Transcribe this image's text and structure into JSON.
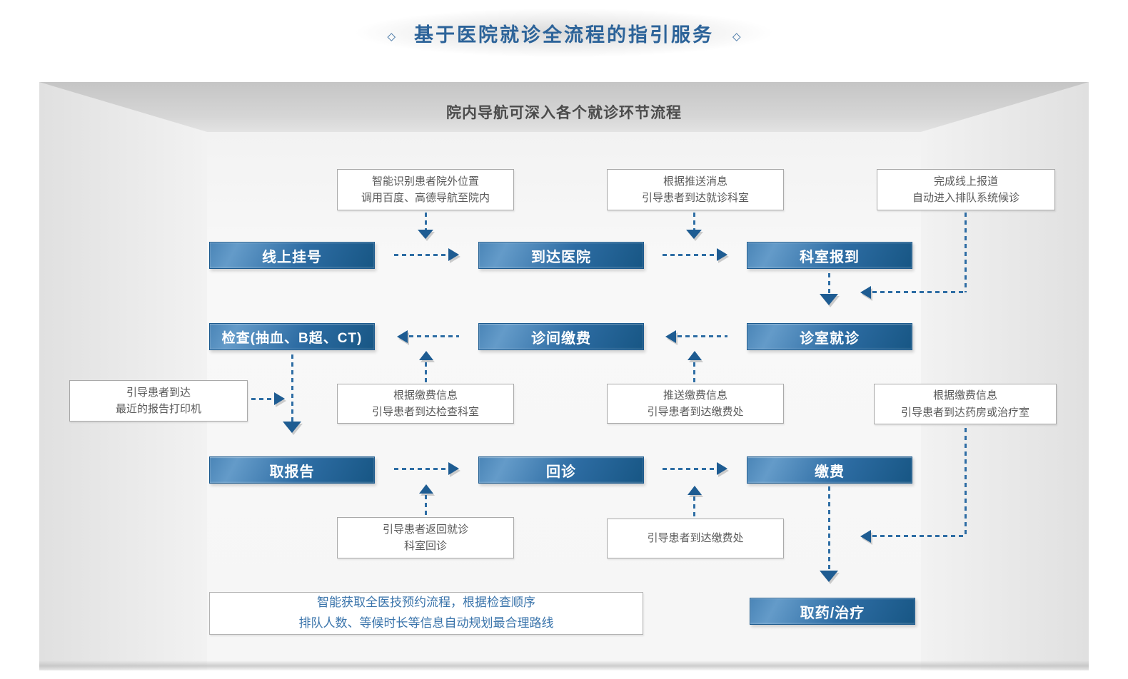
{
  "page": {
    "title": "基于医院就诊全流程的指引服务",
    "title_decor": "◇",
    "panel_heading": "院内导航可深入各个就诊环节流程"
  },
  "colors": {
    "accent_blue": "#2e6da4",
    "node_gradient_light": "#649bc9",
    "node_gradient_dark": "#175684",
    "arrow_head": "#1e5c92",
    "note_border": "#a9a9a9",
    "note_text": "#595959",
    "highlight_note_text": "#3a74ab",
    "heading_text": "#4c4c4c"
  },
  "icons": {
    "title_decor": "diamond-icon"
  },
  "flow": {
    "stages": [
      {
        "label": "线上挂号"
      },
      {
        "label": "到达医院"
      },
      {
        "label": "科室报到"
      },
      {
        "label": "检查(抽血、B超、CT)"
      },
      {
        "label": "诊间缴费"
      },
      {
        "label": "诊室就诊"
      },
      {
        "label": "取报告"
      },
      {
        "label": "回诊"
      },
      {
        "label": "缴费"
      },
      {
        "label": "取药/治疗"
      }
    ],
    "notes": [
      {
        "lines": [
          "智能识别患者院外位置",
          "调用百度、高德导航至院内"
        ]
      },
      {
        "lines": [
          "根据推送消息",
          "引导患者到达就诊科室"
        ]
      },
      {
        "lines": [
          "完成线上报道",
          "自动进入排队系统候诊"
        ]
      },
      {
        "lines": [
          "引导患者到达",
          "最近的报告打印机"
        ]
      },
      {
        "lines": [
          "根据缴费信息",
          "引导患者到达检查科室"
        ]
      },
      {
        "lines": [
          "推送缴费信息",
          "引导患者到达缴费处"
        ]
      },
      {
        "lines": [
          "根据缴费信息",
          "引导患者到达药房或治疗室"
        ]
      },
      {
        "lines": [
          "引导患者返回就诊",
          "科室回诊"
        ]
      },
      {
        "lines": [
          "引导患者到达缴费处"
        ]
      },
      {
        "lines": [
          "智能获取全医技预约流程，根据检查顺序",
          "排队人数、等候时长等信息自动规划最合理路线"
        ]
      }
    ]
  }
}
